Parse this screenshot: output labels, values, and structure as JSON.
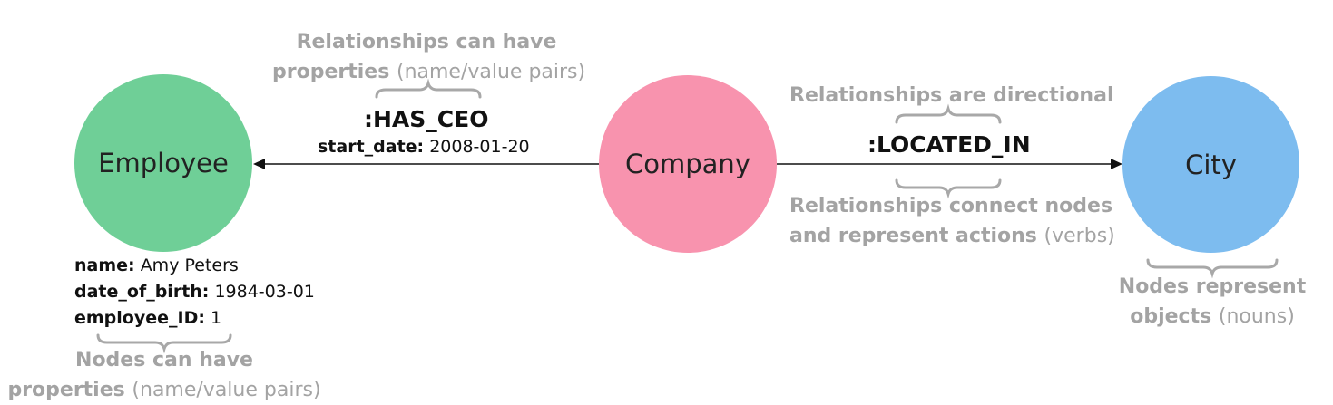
{
  "nodes": {
    "employee": {
      "label": "Employee",
      "color": "#6fcf97"
    },
    "company": {
      "label": "Company",
      "color": "#f893ae"
    },
    "city": {
      "label": "City",
      "color": "#7dbcef"
    }
  },
  "relationships": {
    "has_ceo": {
      "type": ":HAS_CEO",
      "property_key": "start_date:",
      "property_value": "2008-01-20"
    },
    "located_in": {
      "type": ":LOCATED_IN"
    }
  },
  "employee_properties": [
    {
      "key": "name:",
      "value": "Amy Peters"
    },
    {
      "key": "date_of_birth:",
      "value": "1984-03-01"
    },
    {
      "key": "employee_ID:",
      "value": "1"
    }
  ],
  "annotations": {
    "rel_properties": {
      "line1": "Relationships can have",
      "line2_bold": "properties",
      "line2_light": "(name/value pairs)"
    },
    "rel_directional": {
      "text": "Relationships are directional"
    },
    "rel_connect": {
      "line1": "Relationships connect nodes",
      "line2_bold": "and represent actions",
      "line2_light": "(verbs)"
    },
    "node_objects": {
      "line1": "Nodes represent",
      "line2_bold": "objects",
      "line2_light": "(nouns)"
    },
    "node_properties": {
      "line1": "Nodes can have",
      "line2_bold": "properties",
      "line2_light": "(name/value pairs)"
    }
  },
  "colors": {
    "annotation_text": "#a3a3a3",
    "brace": "#a8a8a8",
    "edge": "#111111"
  }
}
